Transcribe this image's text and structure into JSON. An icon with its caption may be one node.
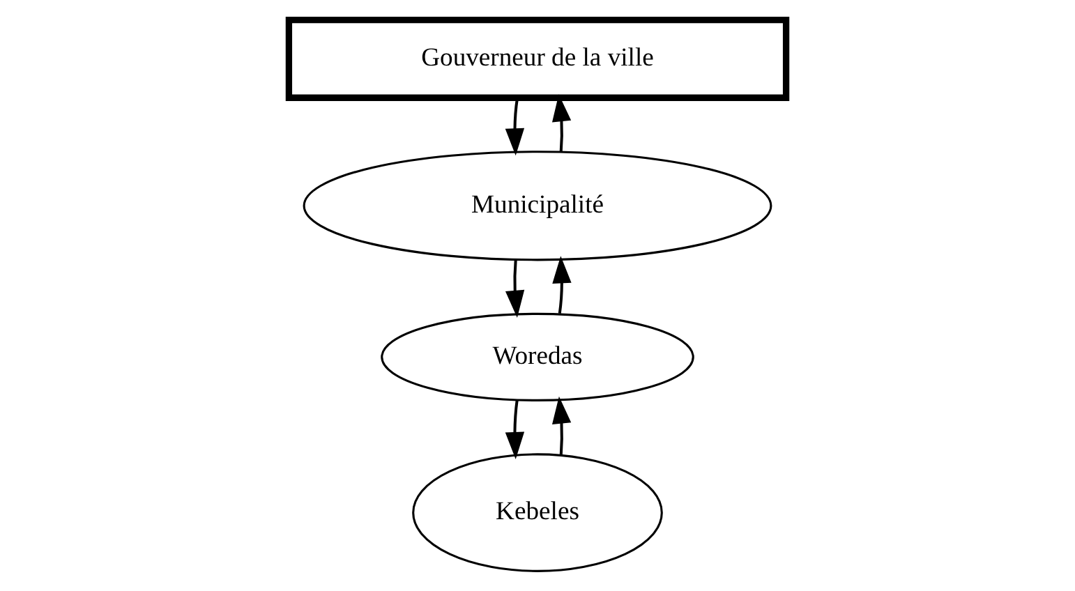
{
  "diagram": {
    "nodes": [
      {
        "text": [
          "Gouverneur de la ville"
        ]
      },
      {
        "text": [
          "Municipalité"
        ]
      },
      {
        "text": [
          "Woredas"
        ]
      },
      {
        "text": [
          "Kebeles"
        ]
      }
    ],
    "edges": [
      {
        "from": 0,
        "to": 1,
        "arrow": "to"
      },
      {
        "from": 1,
        "to": 0,
        "arrow": "to"
      },
      {
        "from": 1,
        "to": 2,
        "arrow": "to"
      },
      {
        "from": 2,
        "to": 1,
        "arrow": "to"
      },
      {
        "from": 2,
        "to": 3,
        "arrow": "to"
      },
      {
        "from": 3,
        "to": 2,
        "arrow": "to"
      }
    ]
  }
}
